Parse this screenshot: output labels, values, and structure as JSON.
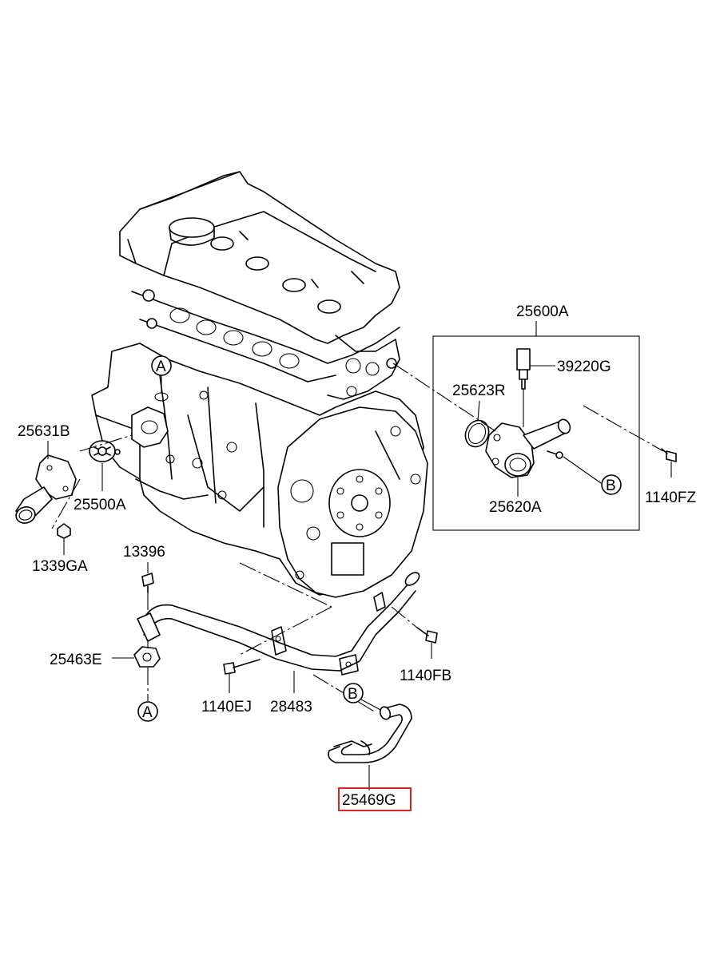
{
  "parts": {
    "p25600A": "25600A",
    "p39220G": "39220G",
    "p25623R": "25623R",
    "p25620A": "25620A",
    "p1140FZ": "1140FZ",
    "p25631B": "25631B",
    "p25500A": "25500A",
    "p1339GA": "1339GA",
    "p13396": "13396",
    "p25463E": "25463E",
    "p1140FB": "1140FB",
    "p1140EJ": "1140EJ",
    "p28483": "28483",
    "p25469G": "25469G"
  },
  "refs": {
    "a_top": "A",
    "a_bottom": "A",
    "b_box": "B",
    "b_hose": "B"
  },
  "highlight": {
    "part": "25469G",
    "color": "#e0231f"
  }
}
